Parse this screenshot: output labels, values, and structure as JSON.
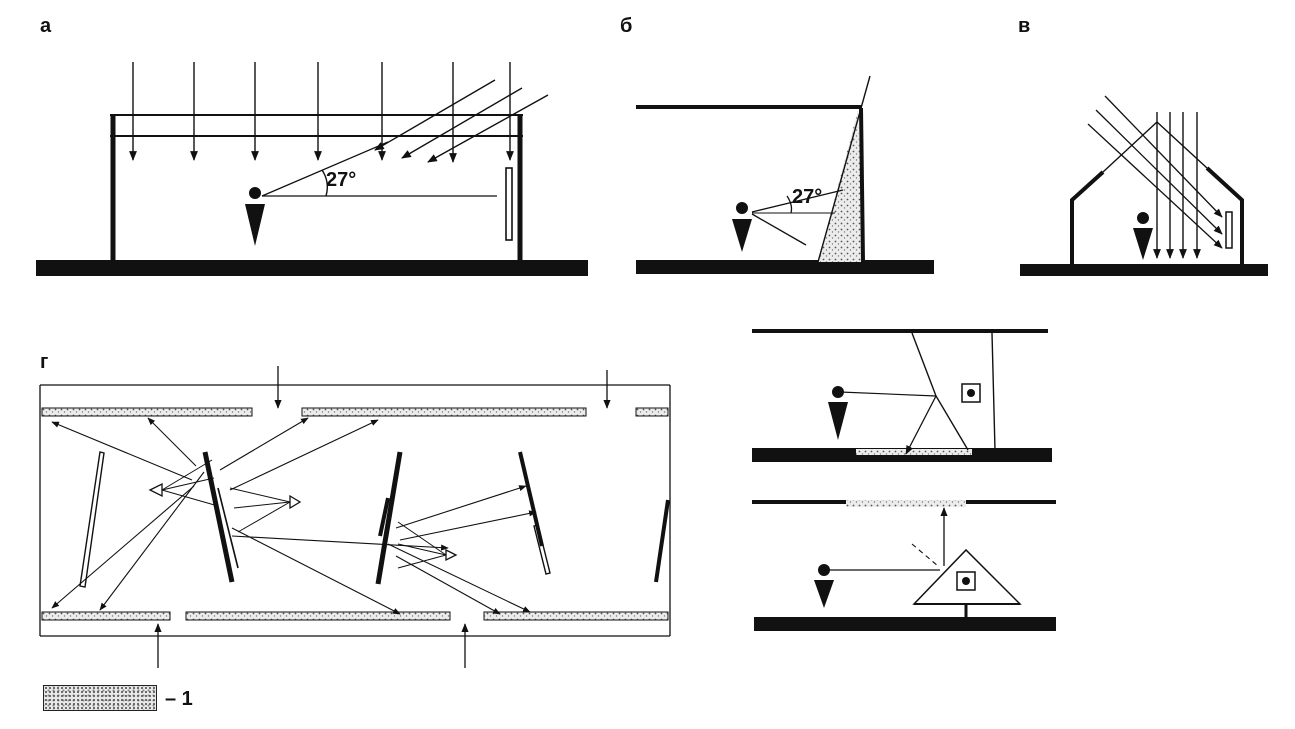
{
  "panels": {
    "a": {
      "label": "а",
      "angle": "27°"
    },
    "b": {
      "label": "б",
      "angle": "27°"
    },
    "v": {
      "label": "в"
    },
    "g": {
      "label": "г"
    }
  },
  "legend": {
    "text": "– 1"
  },
  "colors": {
    "ink": "#111111",
    "stipple": "#9a9a9a",
    "paper": "#ffffff"
  }
}
